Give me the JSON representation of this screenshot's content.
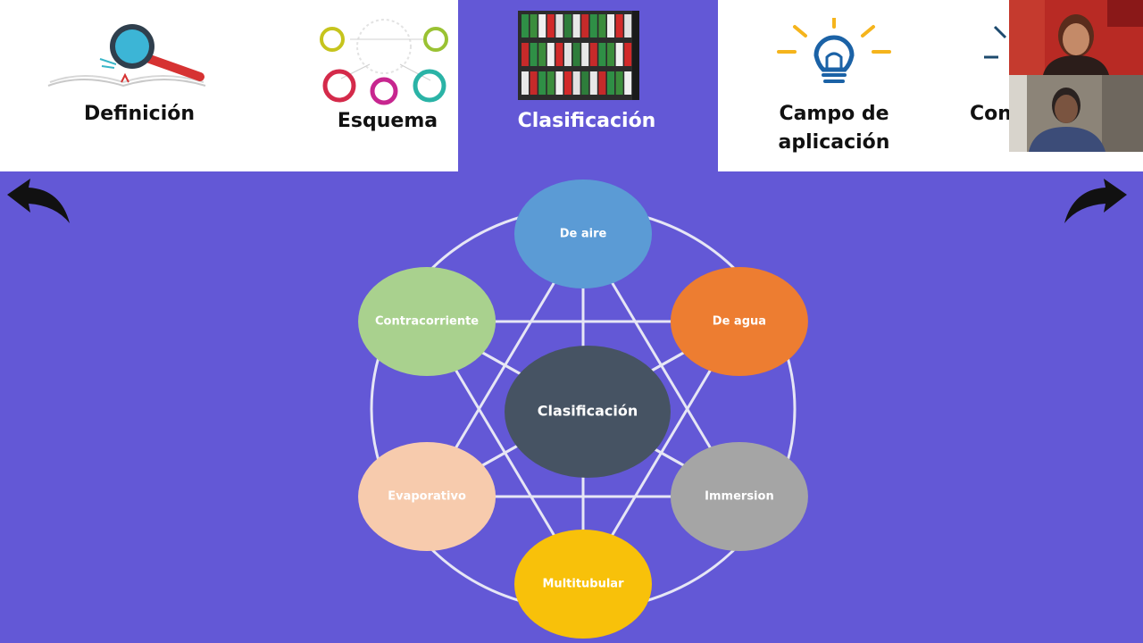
{
  "tabs": [
    {
      "label_lines": [
        "Definición"
      ]
    },
    {
      "label_lines": [
        "Esquema"
      ]
    },
    {
      "label_lines": [
        "Clasificación"
      ]
    },
    {
      "label_lines": [
        "Campo de",
        "aplicación"
      ]
    },
    {
      "label_lines": [
        "Con"
      ]
    }
  ],
  "diagram": {
    "center": {
      "label": "Clasificación",
      "color": "#465363"
    },
    "nodes": [
      {
        "label": "De aire",
        "color": "#5b9bd5"
      },
      {
        "label": "De agua",
        "color": "#ed7d31"
      },
      {
        "label": "Immersion",
        "color": "#a5a5a5"
      },
      {
        "label": "Multitubular",
        "color": "#f8c10a"
      },
      {
        "label": "Evaporativo",
        "color": "#f7cbad"
      },
      {
        "label": "Contracorriente",
        "color": "#a9d18e"
      }
    ]
  },
  "colors": {
    "background": "#6358d6",
    "connector": "#e6e6f5"
  },
  "icons": {
    "back": "curved-back-arrow-icon",
    "forward": "curved-forward-arrow-icon",
    "definicion": "magnifier-book-icon",
    "esquema": "circle-scheme-icon",
    "clasificacion": "bookshelf-binders-icon",
    "campo": "lightbulb-icon"
  }
}
